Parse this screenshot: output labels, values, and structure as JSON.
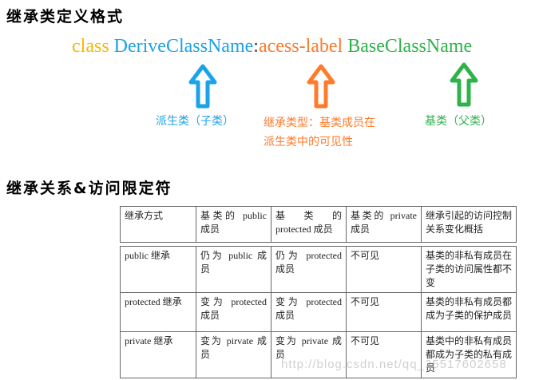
{
  "headings": {
    "syntax": "继承类定义格式",
    "relations": "继承关系&访问限定符"
  },
  "syntax": {
    "keyword": "class",
    "derived": "DeriveClassName",
    "colon": ":",
    "access": "acess-label",
    "base": "BaseClassName"
  },
  "notes": {
    "derived": "派生类（子类）",
    "access_line1": "继承类型：基类成员在",
    "access_line2": "派生类中的可见性",
    "base": "基类（父类）"
  },
  "colors": {
    "keyword": "#f7b800",
    "derived": "#1aa3e8",
    "access": "#ff7a2a",
    "base": "#2db34a"
  },
  "table": {
    "header": [
      "继承方式",
      "基类的 public 成员",
      "基 类 的 protected 成员",
      "基类的 private 成员",
      "继承引起的访问控制关系变化概括"
    ],
    "rows": [
      [
        "public 继承",
        "仍为 public 成员",
        "仍为 protected 成员",
        "不可见",
        "基类的非私有成员在子类的访问属性都不变"
      ],
      [
        "protected 继承",
        "变为 protected 成员",
        "变为 protected 成员",
        "不可见",
        "基类的非私有成员都成为子类的保护成员"
      ],
      [
        "private 继承",
        "变为 pirvate 成员",
        "变为 private 成员",
        "不可见",
        "基类中的非私有成员都成为子类的私有成员"
      ]
    ]
  },
  "watermark": "http://blog.csdn.net/qq_35517602658"
}
